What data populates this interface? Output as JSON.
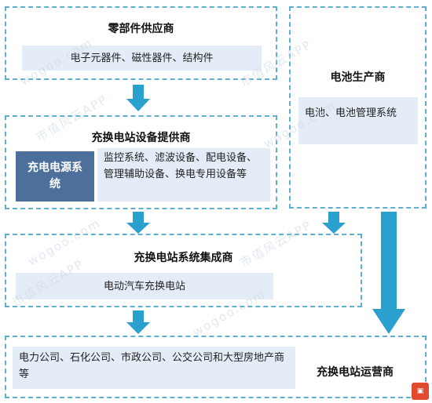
{
  "boxes": {
    "parts_supplier": {
      "title": "零部件供应商",
      "content": "电子元器件、磁性器件、结构件"
    },
    "battery_producer": {
      "title": "电池生产商",
      "content": "电池、电池管理系统"
    },
    "equipment_provider": {
      "title": "充换电站设备提供商",
      "highlight": "充电电源系统",
      "content": "监控系统、滤波设备、配电设备、管理辅助设备、换电专用设备等"
    },
    "system_integrator": {
      "title": "充换电站系统集成商",
      "content": "电动汽车充换电站"
    },
    "operator": {
      "title": "充换电站运营商",
      "content": "电力公司、石化公司、市政公司、公交公司和大型房地产商等"
    }
  },
  "watermark": {
    "text": "wogoo.com",
    "brand": "市值风云APP"
  },
  "colors": {
    "dashed_border": "#5fb0d0",
    "inner_fill": "#e4edf7",
    "highlight_fill": "#4c6f9c",
    "arrow": "#2aa0cf"
  }
}
